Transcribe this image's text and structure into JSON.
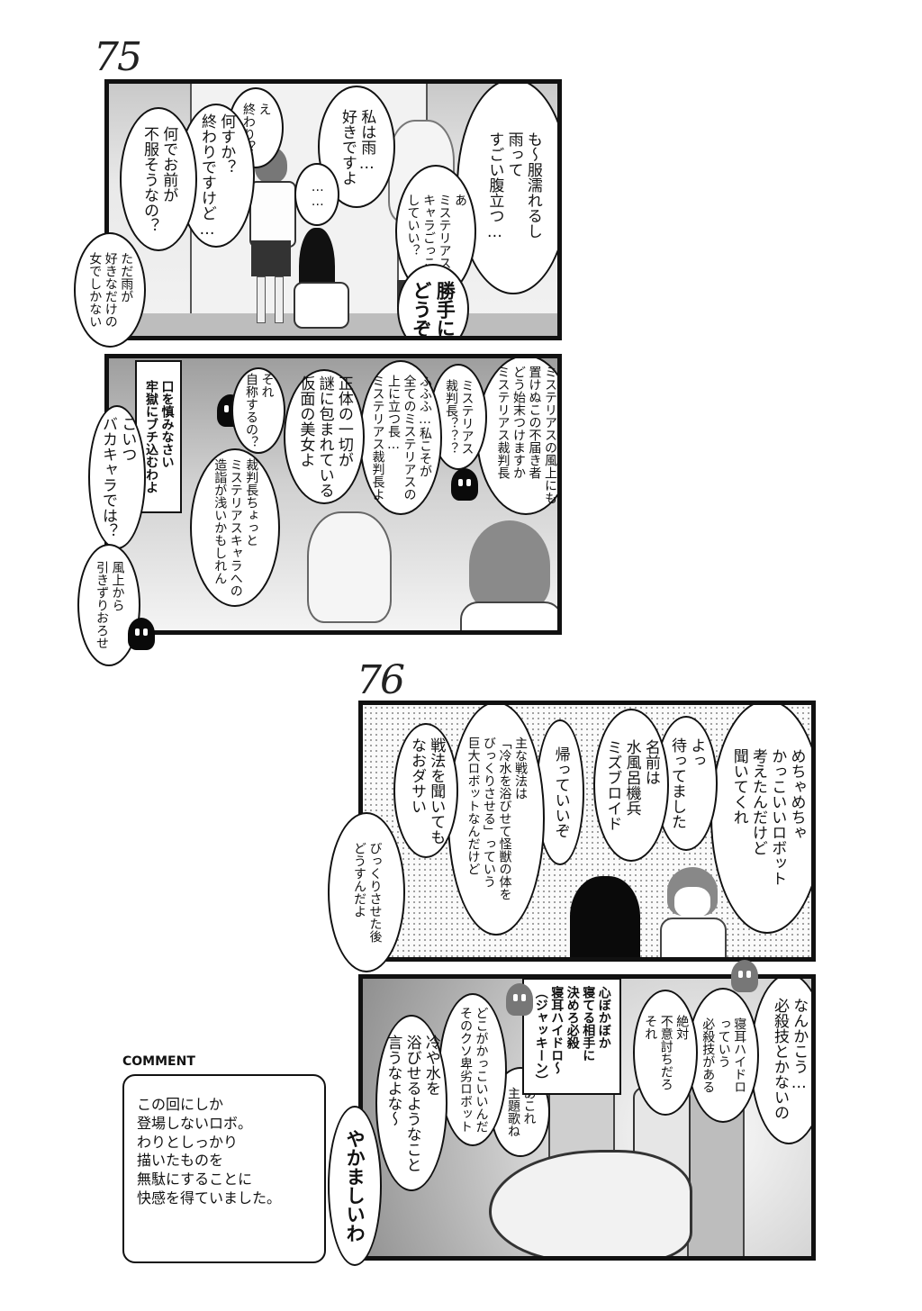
{
  "strip_75": {
    "number": "75",
    "panel1": {
      "bubbles": [
        "も～服濡れるし\n雨って\nすごい腹立つ…",
        "あ\nミステリアス\nキャラごっこ\nしていい？",
        "勝手に\nどうぞ",
        "私は雨…\n好きですよ",
        "……",
        "え\n終わり？",
        "何すか？\n終わりですけど…",
        "何でお前が\n不服そうなの？",
        "ただ雨が\n好きなだけの\n女でしかない"
      ]
    },
    "panel2": {
      "bubbles": [
        "ミステリアスの風上にも\n置けぬこの不届き者\nどう始末つけますか\nミステリアス裁判長",
        "ミステリアス\n裁判長？？？",
        "ふふふ…私こそが\n全てのミステリアスの\n上に立つ長…\nミステリアス裁判長よ",
        "正体の一切が\n謎に包まれている\n仮面の美女よ",
        "それ\n自称するの？",
        "裁判長ちょっと\nミステリアスキャラへの\n造詣が浅いかもしれん",
        "口を慎みなさい\n牢獄にブチ込むわよ",
        "こいつ\nバカキャラでは？",
        "風上から\n引きずりおろせ"
      ]
    }
  },
  "strip_76": {
    "number": "76",
    "panel1": {
      "bubbles": [
        "めちゃめちゃ\nかっこいいロボット\n考えたんだけど\n聞いてくれ",
        "よっ\n待ってました",
        "名前は\n水風呂機兵\nミズブロイド",
        "帰っていいぞ",
        "主な戦法は\n「冷水を浴びせて怪獣の体を\nびっくりさせる」っていう\n巨大ロボットなんだけど",
        "戦法を聞いても\nなおダサい",
        "びっくりさせた後\nどうすんだよ"
      ]
    },
    "panel2": {
      "bubbles": [
        "なんかこう…\n必殺技とかないの",
        "寝耳ハイドロ\nっていう\n必殺技がある",
        "絶対\n不意討ちだろ\nそれ",
        "心ぼかぼか\n寝てる相手に\n決めろ必殺\n寝耳ハイドロ～\n（ジャッキーン）",
        "あこれ\n主題歌ね",
        "どこがかっこいいんだ\nそのクソ卑劣ロボット",
        "冷や水を\n浴びせるようなこと\n言うなよな～",
        "やかましいわ"
      ]
    }
  },
  "comment": {
    "title": "COMMENT",
    "lines": [
      "この回にしか",
      "登場しないロボ。",
      "わりとしっかり",
      "描いたものを",
      "無駄にすることに",
      "快感を得ていました。"
    ]
  }
}
